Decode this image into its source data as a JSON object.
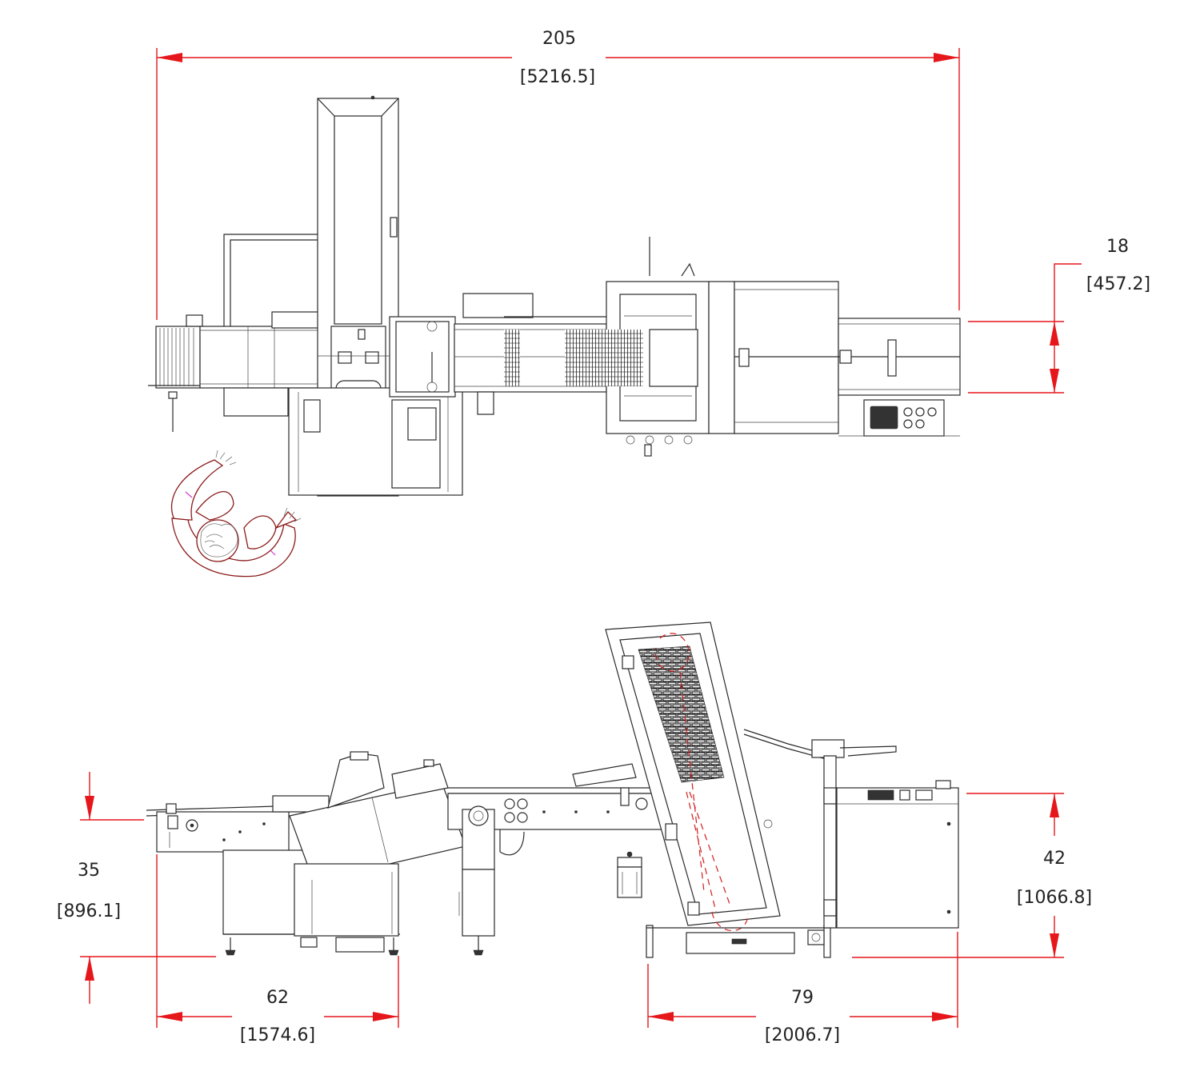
{
  "drawing": {
    "top_view": {
      "overall_length": {
        "in": "205",
        "mm": "[5216.5]"
      },
      "infeed_width": {
        "in": "18",
        "mm": "[457.2]"
      }
    },
    "side_view": {
      "infeed_height": {
        "in": "35",
        "mm": "[896.1]"
      },
      "outfeed_height": {
        "in": "42",
        "mm": "[1066.8]"
      },
      "infeed_section_length": {
        "in": "62",
        "mm": "[1574.6]"
      },
      "outfeed_section_length": {
        "in": "79",
        "mm": "[2006.7]"
      }
    },
    "colors": {
      "dimension": "#e5171b",
      "linework": "#2a2a2a",
      "operator": "#8b1a1a"
    }
  }
}
